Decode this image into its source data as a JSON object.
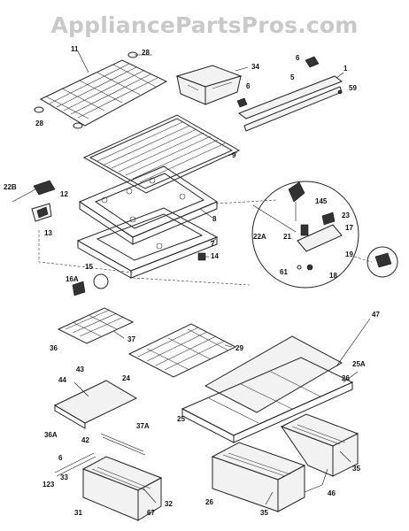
{
  "watermark": "AppliancePartsPros.com",
  "labels": {
    "l11": "11",
    "l28a": "28",
    "l28b": "28",
    "l34": "34",
    "l6a": "6",
    "l1": "1",
    "l5": "5",
    "l6b": "6",
    "l59": "59",
    "l9": "9",
    "l22b": "22B",
    "l12": "12",
    "l13": "13",
    "l145": "145",
    "l8": "8",
    "l23": "23",
    "l22a": "22A",
    "l21": "21",
    "l17": "17",
    "l7": "7",
    "l14": "14",
    "l19": "19",
    "l15": "15",
    "l16a": "16A",
    "l61": "61",
    "l18": "18",
    "l47": "47",
    "l36": "36",
    "l37": "37",
    "l29": "29",
    "l24": "24",
    "l25a": "25A",
    "l43": "43",
    "l44": "44",
    "l26a": "26",
    "l36a": "36A",
    "l37a": "37A",
    "l25": "25",
    "l42": "42",
    "l6c": "6",
    "l123": "123",
    "l33": "33",
    "l35a": "35",
    "l32": "32",
    "l31": "31",
    "l67": "67",
    "l26b": "26",
    "l35b": "35",
    "l46": "46"
  }
}
